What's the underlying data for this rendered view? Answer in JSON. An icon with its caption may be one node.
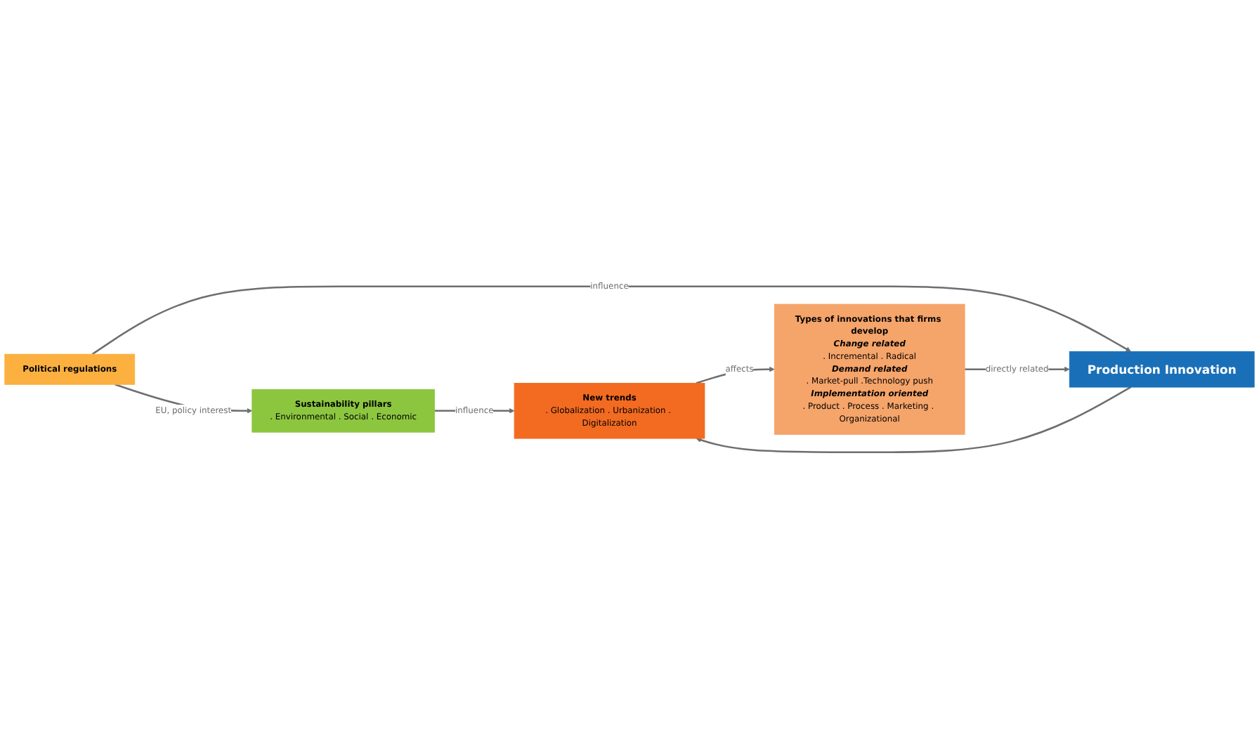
{
  "diagram": {
    "nodes": [
      {
        "text": [
          "Political regulations"
        ]
      },
      {
        "text": [
          "New trends",
          ". Globalization . Urbanization . Digitalization"
        ]
      },
      {
        "text": [
          "Sustainability pillars",
          ". Environmental . Social . Economic"
        ]
      },
      {
        "text": [
          "Production Innovation"
        ]
      },
      {
        "text": [
          "Types of innovations that firms develop",
          "Change related",
          ". Incremental . Radical",
          "Demand related",
          ". Market-pull .Technology push",
          "Implementation oriented",
          ". Product . Process . Marketing . Organizational"
        ]
      }
    ],
    "edges": [
      {
        "from": 0,
        "to": 2,
        "arrow": "to",
        "label": "EU, policy interest"
      },
      {
        "from": 0,
        "to": 3,
        "arrow": "to",
        "label": "influence"
      },
      {
        "from": 3,
        "to": 1,
        "arrow": "to"
      },
      {
        "from": 2,
        "to": 1,
        "arrow": "to",
        "label": "influence"
      },
      {
        "from": 1,
        "to": 4,
        "arrow": "to",
        "label": "affects"
      },
      {
        "from": 4,
        "to": 3,
        "arrow": "to",
        "label": "directly related"
      }
    ]
  }
}
